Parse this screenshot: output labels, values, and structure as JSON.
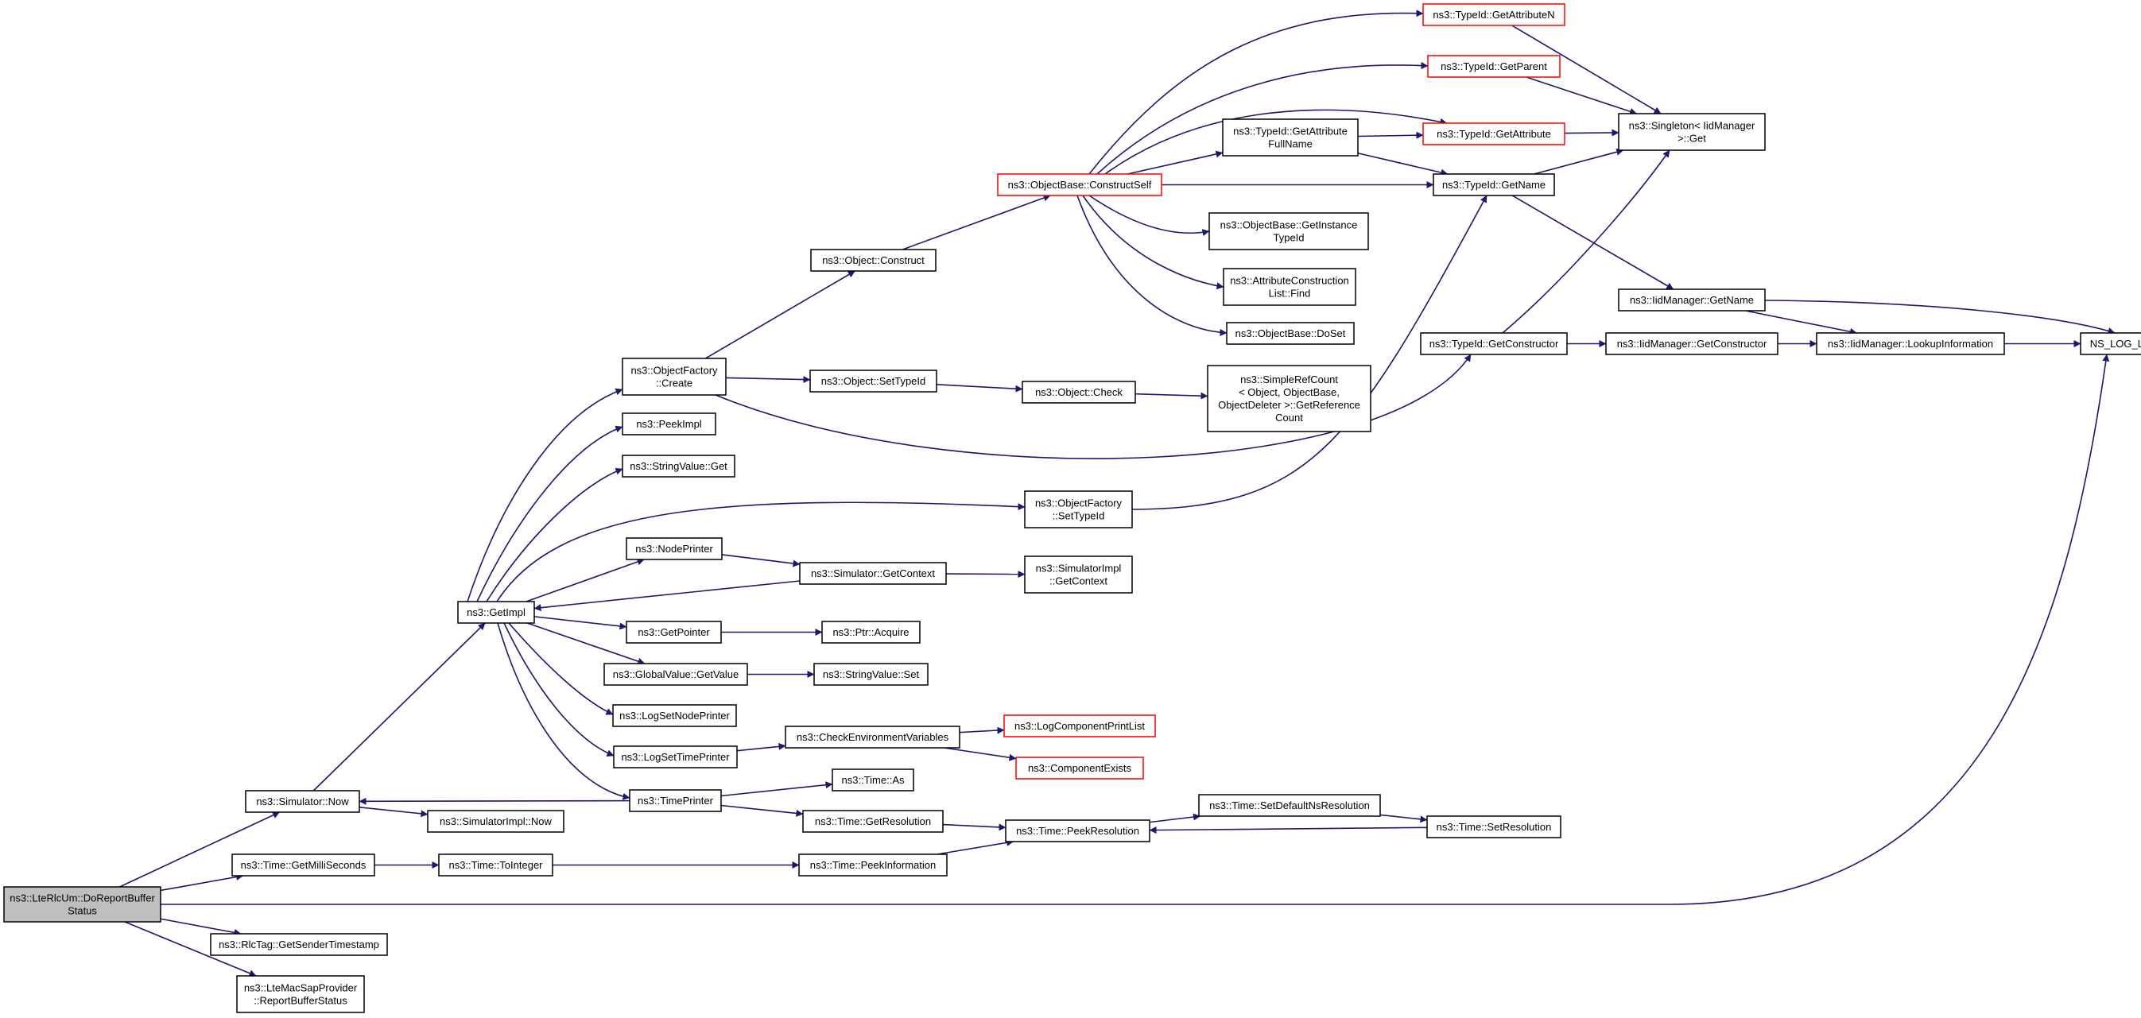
{
  "graph": {
    "colors": {
      "edge": "#191970",
      "node_border": "#000000",
      "node_border_highlight": "#ff0000",
      "root_fill": "#bfbfbf",
      "node_fill": "#ffffff"
    },
    "nodes": {
      "root": {
        "lines": [
          "ns3::LteRlcUm::DoReportBuffer",
          "Status"
        ],
        "style": "root"
      },
      "simnow": {
        "lines": [
          "ns3::Simulator::Now"
        ]
      },
      "getmilli": {
        "lines": [
          "ns3::Time::GetMilliSeconds"
        ]
      },
      "rlctag": {
        "lines": [
          "ns3::RlcTag::GetSenderTimestamp"
        ]
      },
      "ltemac": {
        "lines": [
          "ns3::LteMacSapProvider",
          "::ReportBufferStatus"
        ]
      },
      "getimpl": {
        "lines": [
          "ns3::GetImpl"
        ]
      },
      "simimplnow": {
        "lines": [
          "ns3::SimulatorImpl::Now"
        ]
      },
      "tointeger": {
        "lines": [
          "ns3::Time::ToInteger"
        ]
      },
      "ofcreate": {
        "lines": [
          "ns3::ObjectFactory",
          "::Create"
        ]
      },
      "peekimpl": {
        "lines": [
          "ns3::PeekImpl"
        ]
      },
      "strvalget": {
        "lines": [
          "ns3::StringValue::Get"
        ]
      },
      "nodeprinter": {
        "lines": [
          "ns3::NodePrinter"
        ]
      },
      "getpointer": {
        "lines": [
          "ns3::GetPointer"
        ]
      },
      "gvgetvalue": {
        "lines": [
          "ns3::GlobalValue::GetValue"
        ]
      },
      "logsetnode": {
        "lines": [
          "ns3::LogSetNodePrinter"
        ]
      },
      "logsettime": {
        "lines": [
          "ns3::LogSetTimePrinter"
        ]
      },
      "timeprinter": {
        "lines": [
          "ns3::TimePrinter"
        ]
      },
      "objconstruct": {
        "lines": [
          "ns3::Object::Construct"
        ]
      },
      "objsettypeid": {
        "lines": [
          "ns3::Object::SetTypeId"
        ]
      },
      "simgetcontext": {
        "lines": [
          "ns3::Simulator::GetContext"
        ]
      },
      "checkenv": {
        "lines": [
          "ns3::CheckEnvironmentVariables"
        ]
      },
      "timeas": {
        "lines": [
          "ns3::Time::As"
        ]
      },
      "timegetres": {
        "lines": [
          "ns3::Time::GetResolution"
        ]
      },
      "timepeekinfo": {
        "lines": [
          "ns3::Time::PeekInformation"
        ]
      },
      "ptracquire": {
        "lines": [
          "ns3::Ptr::Acquire"
        ]
      },
      "strvalset": {
        "lines": [
          "ns3::StringValue::Set"
        ]
      },
      "obconstructself": {
        "lines": [
          "ns3::ObjectBase::ConstructSelf"
        ],
        "style": "highlight"
      },
      "objcheck": {
        "lines": [
          "ns3::Object::Check"
        ]
      },
      "ofsettypeid": {
        "lines": [
          "ns3::ObjectFactory",
          "::SetTypeId"
        ]
      },
      "simimplgetctx": {
        "lines": [
          "ns3::SimulatorImpl",
          "::GetContext"
        ]
      },
      "logcompprint": {
        "lines": [
          "ns3::LogComponentPrintList"
        ],
        "style": "highlight"
      },
      "compexists": {
        "lines": [
          "ns3::ComponentExists"
        ],
        "style": "highlight"
      },
      "timepeekres": {
        "lines": [
          "ns3::Time::PeekResolution"
        ]
      },
      "tidgetattrfull": {
        "lines": [
          "ns3::TypeId::GetAttribute",
          "FullName"
        ]
      },
      "obgetinst": {
        "lines": [
          "ns3::ObjectBase::GetInstance",
          "TypeId"
        ]
      },
      "acfind": {
        "lines": [
          "ns3::AttributeConstruction",
          "List::Find"
        ]
      },
      "obdoset": {
        "lines": [
          "ns3::ObjectBase::DoSet"
        ]
      },
      "simplerefcount": {
        "lines": [
          "ns3::SimpleRefCount",
          "< Object, ObjectBase,",
          "ObjectDeleter >::GetReference",
          "Count"
        ]
      },
      "timesetdefault": {
        "lines": [
          "ns3::Time::SetDefaultNsResolution"
        ]
      },
      "tidgetattrn": {
        "lines": [
          "ns3::TypeId::GetAttributeN"
        ],
        "style": "highlight"
      },
      "tidgetparent": {
        "lines": [
          "ns3::TypeId::GetParent"
        ],
        "style": "highlight"
      },
      "tidgetattr": {
        "lines": [
          "ns3::TypeId::GetAttribute"
        ],
        "style": "highlight"
      },
      "tidgetname": {
        "lines": [
          "ns3::TypeId::GetName"
        ]
      },
      "tidgetctor": {
        "lines": [
          "ns3::TypeId::GetConstructor"
        ]
      },
      "timesetres": {
        "lines": [
          "ns3::Time::SetResolution"
        ]
      },
      "singleton": {
        "lines": [
          "ns3::Singleton< IidManager",
          ">::Get"
        ]
      },
      "iidgetname": {
        "lines": [
          "ns3::IidManager::GetName"
        ]
      },
      "iidgetctor": {
        "lines": [
          "ns3::IidManager::GetConstructor"
        ]
      },
      "iidlookup": {
        "lines": [
          "ns3::IidManager::LookupInformation"
        ]
      },
      "nslog": {
        "lines": [
          "NS_LOG_LOGIC"
        ]
      }
    },
    "edges": [
      [
        "root",
        "simnow"
      ],
      [
        "root",
        "getmilli"
      ],
      [
        "root",
        "nslog"
      ],
      [
        "root",
        "rlctag"
      ],
      [
        "root",
        "ltemac"
      ],
      [
        "simnow",
        "getimpl"
      ],
      [
        "simnow",
        "simimplnow"
      ],
      [
        "getmilli",
        "tointeger"
      ],
      [
        "tointeger",
        "timepeekinfo"
      ],
      [
        "getimpl",
        "ofcreate"
      ],
      [
        "getimpl",
        "peekimpl"
      ],
      [
        "getimpl",
        "strvalget"
      ],
      [
        "getimpl",
        "ofsettypeid"
      ],
      [
        "getimpl",
        "nodeprinter"
      ],
      [
        "getimpl",
        "getpointer"
      ],
      [
        "getimpl",
        "gvgetvalue"
      ],
      [
        "getimpl",
        "logsetnode"
      ],
      [
        "getimpl",
        "logsettime"
      ],
      [
        "getimpl",
        "timeprinter"
      ],
      [
        "ofcreate",
        "objconstruct"
      ],
      [
        "ofcreate",
        "objsettypeid"
      ],
      [
        "ofcreate",
        "tidgetctor"
      ],
      [
        "objconstruct",
        "obconstructself"
      ],
      [
        "objsettypeid",
        "objcheck"
      ],
      [
        "objcheck",
        "simplerefcount"
      ],
      [
        "ofsettypeid",
        "tidgetname"
      ],
      [
        "nodeprinter",
        "simgetcontext"
      ],
      [
        "simgetcontext",
        "getimpl"
      ],
      [
        "simgetcontext",
        "simimplgetctx"
      ],
      [
        "getpointer",
        "ptracquire"
      ],
      [
        "gvgetvalue",
        "strvalset"
      ],
      [
        "logsettime",
        "checkenv"
      ],
      [
        "checkenv",
        "logcompprint"
      ],
      [
        "checkenv",
        "compexists"
      ],
      [
        "timeprinter",
        "simnow"
      ],
      [
        "timeprinter",
        "timeas"
      ],
      [
        "timeprinter",
        "timegetres"
      ],
      [
        "timegetres",
        "timepeekres"
      ],
      [
        "timepeekinfo",
        "timepeekres"
      ],
      [
        "timepeekres",
        "timesetdefault"
      ],
      [
        "timesetdefault",
        "timesetres"
      ],
      [
        "timesetres",
        "timepeekres"
      ],
      [
        "obconstructself",
        "tidgetattrn"
      ],
      [
        "obconstructself",
        "tidgetparent"
      ],
      [
        "obconstructself",
        "tidgetattr"
      ],
      [
        "obconstructself",
        "tidgetattrfull"
      ],
      [
        "obconstructself",
        "tidgetname"
      ],
      [
        "obconstructself",
        "obgetinst"
      ],
      [
        "obconstructself",
        "acfind"
      ],
      [
        "obconstructself",
        "obdoset"
      ],
      [
        "tidgetattrfull",
        "tidgetattr"
      ],
      [
        "tidgetattrfull",
        "tidgetname"
      ],
      [
        "tidgetattrn",
        "singleton"
      ],
      [
        "tidgetparent",
        "singleton"
      ],
      [
        "tidgetattr",
        "singleton"
      ],
      [
        "tidgetname",
        "singleton"
      ],
      [
        "tidgetname",
        "iidgetname"
      ],
      [
        "tidgetctor",
        "singleton"
      ],
      [
        "tidgetctor",
        "iidgetctor"
      ],
      [
        "iidgetname",
        "iidlookup"
      ],
      [
        "iidgetname",
        "nslog"
      ],
      [
        "iidgetctor",
        "iidlookup"
      ],
      [
        "iidlookup",
        "nslog"
      ]
    ]
  }
}
